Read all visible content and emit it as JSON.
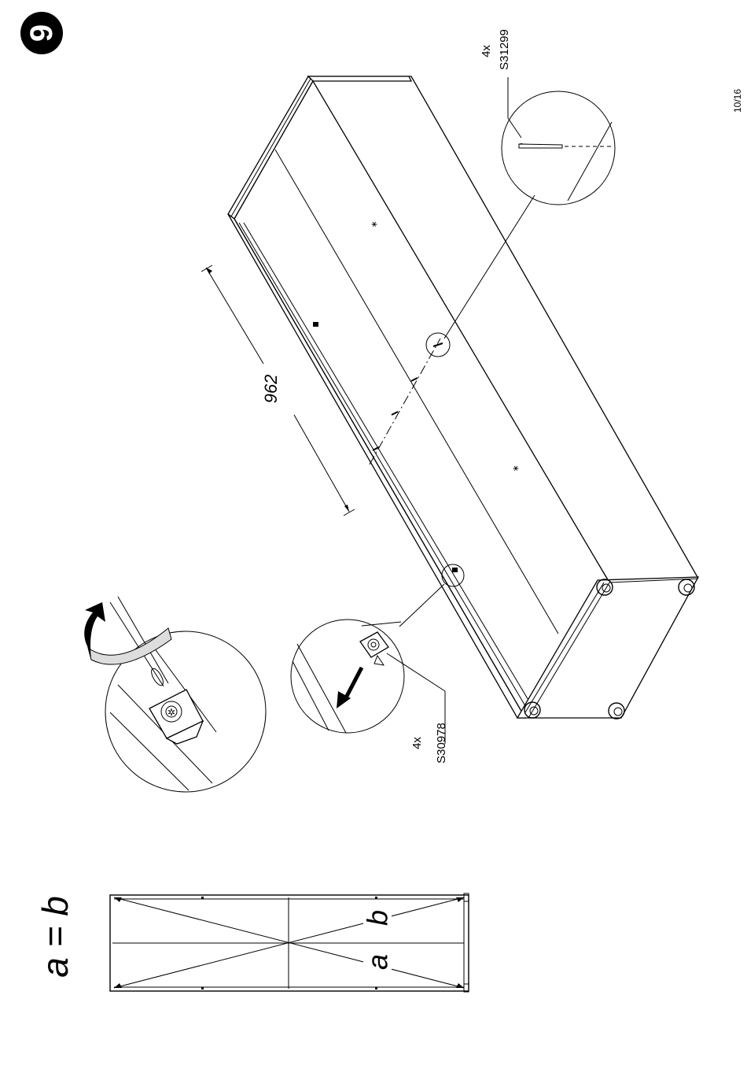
{
  "step_number": "9",
  "page_indicator": "10/16",
  "dimension_value": "962",
  "parts": [
    {
      "quantity": "4x",
      "code": "S31299"
    },
    {
      "quantity": "4x",
      "code": "S30978"
    }
  ],
  "diagonal_check": {
    "equation": "a = b",
    "label_a": "a",
    "label_b": "b"
  }
}
